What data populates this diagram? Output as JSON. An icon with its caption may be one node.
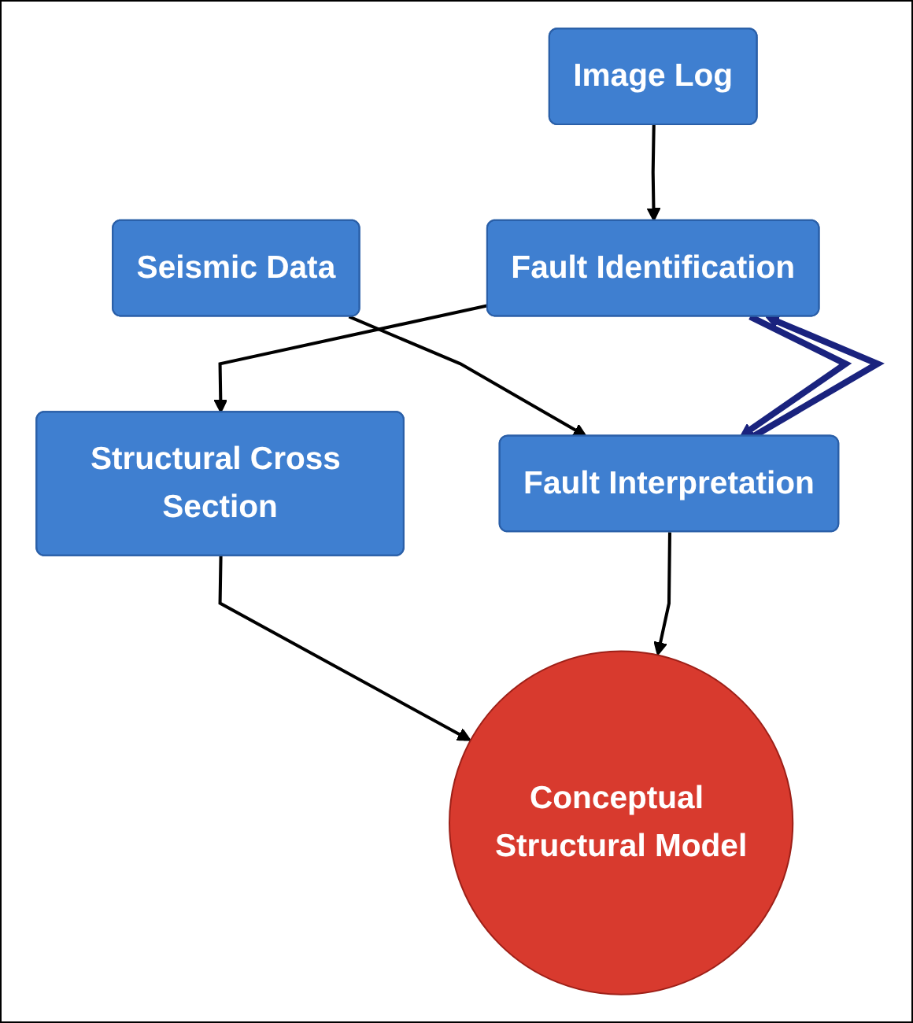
{
  "diagram": {
    "nodes": [
      {
        "text": [
          "Image Log"
        ]
      },
      {
        "text": [
          "Seismic Data"
        ]
      },
      {
        "text": [
          "Fault Identification"
        ]
      },
      {
        "text": [
          "Fault Interpretation"
        ]
      },
      {
        "text": [
          "Structural Cross Section"
        ]
      },
      {
        "text": [
          "Conceptual Structural Model"
        ]
      }
    ],
    "edges": [
      {
        "from": 0,
        "to": 2,
        "arrow": "to"
      },
      {
        "from": 1,
        "to": 3,
        "arrow": "to"
      },
      {
        "from": 2,
        "to": 3,
        "arrow": "to",
        "style": "thick",
        "color": "#1a237e"
      },
      {
        "from": 3,
        "to": 2,
        "arrow": "to",
        "style": "thick",
        "color": "#1a237e"
      },
      {
        "from": 2,
        "to": 4,
        "arrow": "to"
      },
      {
        "from": 4,
        "to": 5,
        "arrow": "to"
      },
      {
        "from": 3,
        "to": 5,
        "arrow": "to"
      }
    ]
  }
}
